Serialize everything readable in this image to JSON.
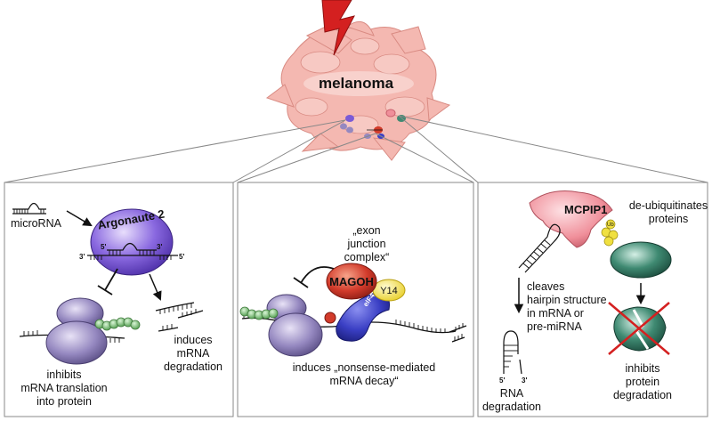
{
  "title": "melanoma",
  "panels": [
    {
      "id": "argonaute",
      "protein": "Argonaute 2",
      "labels": {
        "microrna": "microRNA",
        "five_prime_a": "5'",
        "three_prime_a": "3'",
        "three_prime_b": "3'",
        "five_prime_b": "5'",
        "inhibits_1": "inhibits",
        "inhibits_2": "mRNA translation",
        "inhibits_3": "into protein",
        "induces_1": "induces",
        "induces_2": "mRNA",
        "induces_3": "degradation"
      }
    },
    {
      "id": "ejc",
      "labels": {
        "complex_1": "„exon",
        "complex_2": "junction",
        "complex_3": "complex“",
        "magoh": "MAGOH",
        "y14": "Y14",
        "eif4aiii": "eIF4AIII",
        "decay_1": "induces „nonsense-mediated",
        "decay_2": "mRNA decay“"
      }
    },
    {
      "id": "mcpip1",
      "labels": {
        "mcpip1": "MCPIP1",
        "ub": "Ub",
        "deubiq_1": "de-ubiquitinates",
        "deubiq_2": "proteins",
        "cleaves_1": "cleaves",
        "cleaves_2": "hairpin structure",
        "cleaves_3": "in mRNA or",
        "cleaves_4": "pre-miRNA",
        "five_prime": "5'",
        "three_prime": "3'",
        "rna_1": "RNA",
        "rna_2": "degradation",
        "inhibits_1": "inhibits",
        "inhibits_2": "protein",
        "inhibits_3": "degradation"
      }
    }
  ],
  "colors": {
    "tumor_fill": "#f4b8b1",
    "tumor_stroke": "#d98b83",
    "lightning": "#d42020",
    "argonaute": "#7a5bd6",
    "ribosome": "#9b8fbf",
    "peptide": "#7dc47a",
    "magoh": "#d23b2b",
    "y14": "#f5e15a",
    "eif4aiii": "#3a3fc4",
    "mcpip1": "#f08f9a",
    "protein": "#3f8a72",
    "cross": "#d42020",
    "ub": "#f0e040"
  }
}
